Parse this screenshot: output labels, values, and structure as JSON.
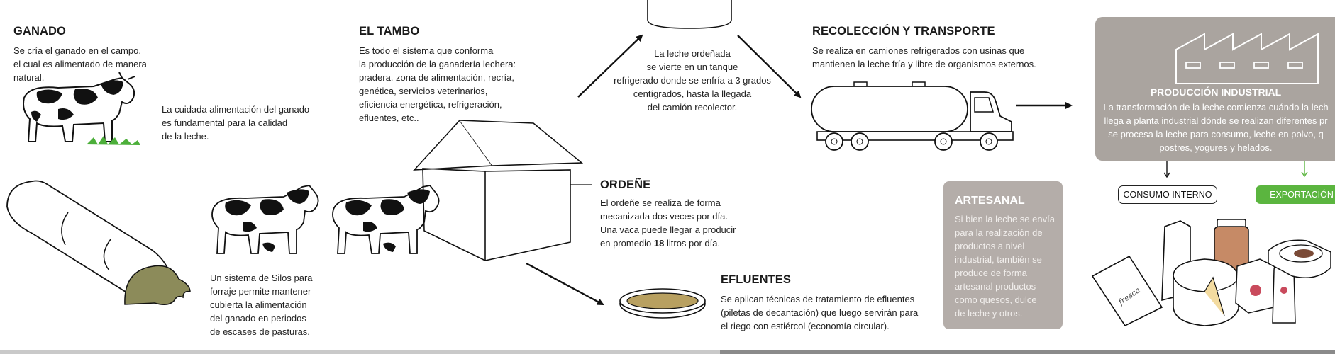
{
  "ganado": {
    "title": "GANADO",
    "text": "Se cría el ganado en el campo,\nel cual es alimentado de manera\nnatural.",
    "note": "La cuidada alimentación del ganado\nes fundamental para la calidad\nde la leche."
  },
  "tambo": {
    "title": "EL TAMBO",
    "text": "Es todo el sistema que conforma\nla producción de la ganadería lechera:\npradera, zona de alimentación, recría,\ngenética, servicios veterinarios,\neficiencia energética, refrigeración,\nefluentes, etc.."
  },
  "tanque": {
    "text": "La leche ordeñada\nse vierte en un tanque\nrefrigerado donde se enfría a 3 grados\ncentígrados, hasta la llegada\ndel camión recolector."
  },
  "transporte": {
    "title": "RECOLECCIÓN Y TRANSPORTE",
    "text": "Se realiza en camiones refrigerados con usinas que\nmantienen la leche fría y libre de organismos externos."
  },
  "industrial": {
    "title": "PRODUCCIÓN INDUSTRIAL",
    "text": "La transformación de la leche comienza cuándo la lech\nllega a planta industrial dónde se realizan diferentes pr\nse procesa la leche para consumo, leche en polvo, q\npostres, yogures y helados."
  },
  "consumo_label": "CONSUMO INTERNO",
  "exportacion_label": "EXPORTACIÓN",
  "ordene": {
    "title": "ORDEÑE",
    "line1": "El ordeñe se realiza de forma",
    "line2": "mecanizada dos veces por día.",
    "line3": "Una vaca puede llegar a producir",
    "line4_pre": "en promedio ",
    "line4_bold": "18",
    "line4_post": " litros por día."
  },
  "artesanal": {
    "title": "ARTESANAL",
    "text": "Si bien la leche se envía\npara la realización de\nproductos a nivel\nindustrial, también se\nproduce de forma\nartesanal productos\ncomo quesos, dulce\nde leche y otros."
  },
  "silos": {
    "text": "Un sistema de Silos para\nforraje permite mantener\ncubierta la alimentación\ndel ganado en periodos\nde escases de pasturas."
  },
  "efluentes": {
    "title": "EFLUENTES",
    "text": "Se aplican técnicas de tratamiento de efluentes\n(piletas de decantación) que luego servirán para\nel riego con estiércol (economía circular)."
  },
  "products": {
    "packet_label": "fresca"
  },
  "colors": {
    "panel_gray": "#aaa49f",
    "artesanal_gray": "#b4ada9",
    "green": "#5bb53f",
    "silage": "#8c8b5a",
    "pond": "#b8a060",
    "jar": "#c68a66"
  }
}
